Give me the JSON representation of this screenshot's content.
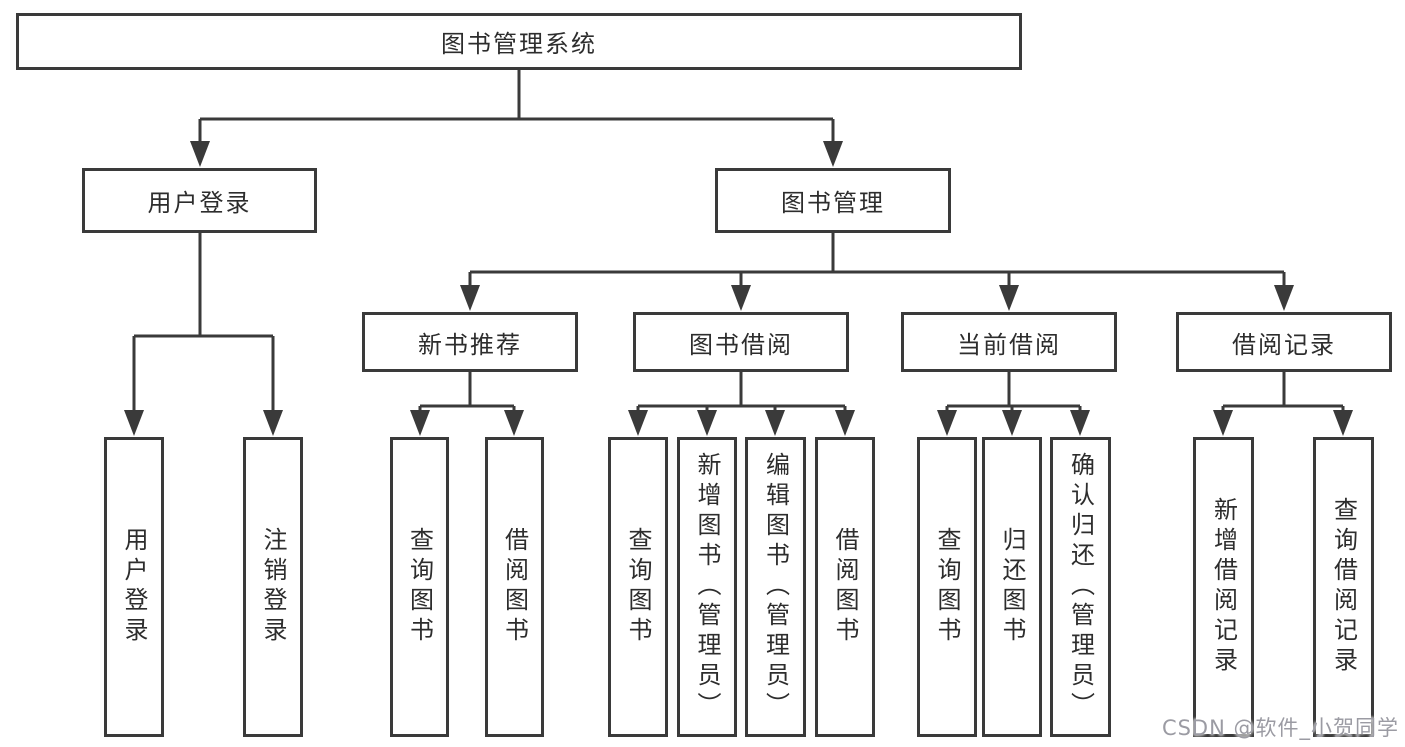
{
  "diagram": {
    "root": {
      "label": "图书管理系统"
    },
    "branches": [
      {
        "label": "用户登录",
        "children": [
          {
            "label": "用户登录"
          },
          {
            "label": "注销登录"
          }
        ]
      },
      {
        "label": "图书管理",
        "children": [
          {
            "label": "新书推荐",
            "children": [
              {
                "label": "查询图书"
              },
              {
                "label": "借阅图书"
              }
            ]
          },
          {
            "label": "图书借阅",
            "children": [
              {
                "label": "查询图书"
              },
              {
                "label": "新增图书（管理员）"
              },
              {
                "label": "编辑图书（管理员）"
              },
              {
                "label": "借阅图书"
              }
            ]
          },
          {
            "label": "当前借阅",
            "children": [
              {
                "label": "查询图书"
              },
              {
                "label": "归还图书"
              },
              {
                "label": "确认归还（管理员）"
              }
            ]
          },
          {
            "label": "借阅记录",
            "children": [
              {
                "label": "新增借阅记录"
              },
              {
                "label": "查询借阅记录"
              }
            ]
          }
        ]
      }
    ]
  },
  "watermark": {
    "text": "CSDN @软件_小贺同学"
  },
  "colors": {
    "line": "#3a3a3a",
    "text": "#2d2d2d",
    "watermark": "#9b9ba3",
    "background": "#ffffff"
  }
}
